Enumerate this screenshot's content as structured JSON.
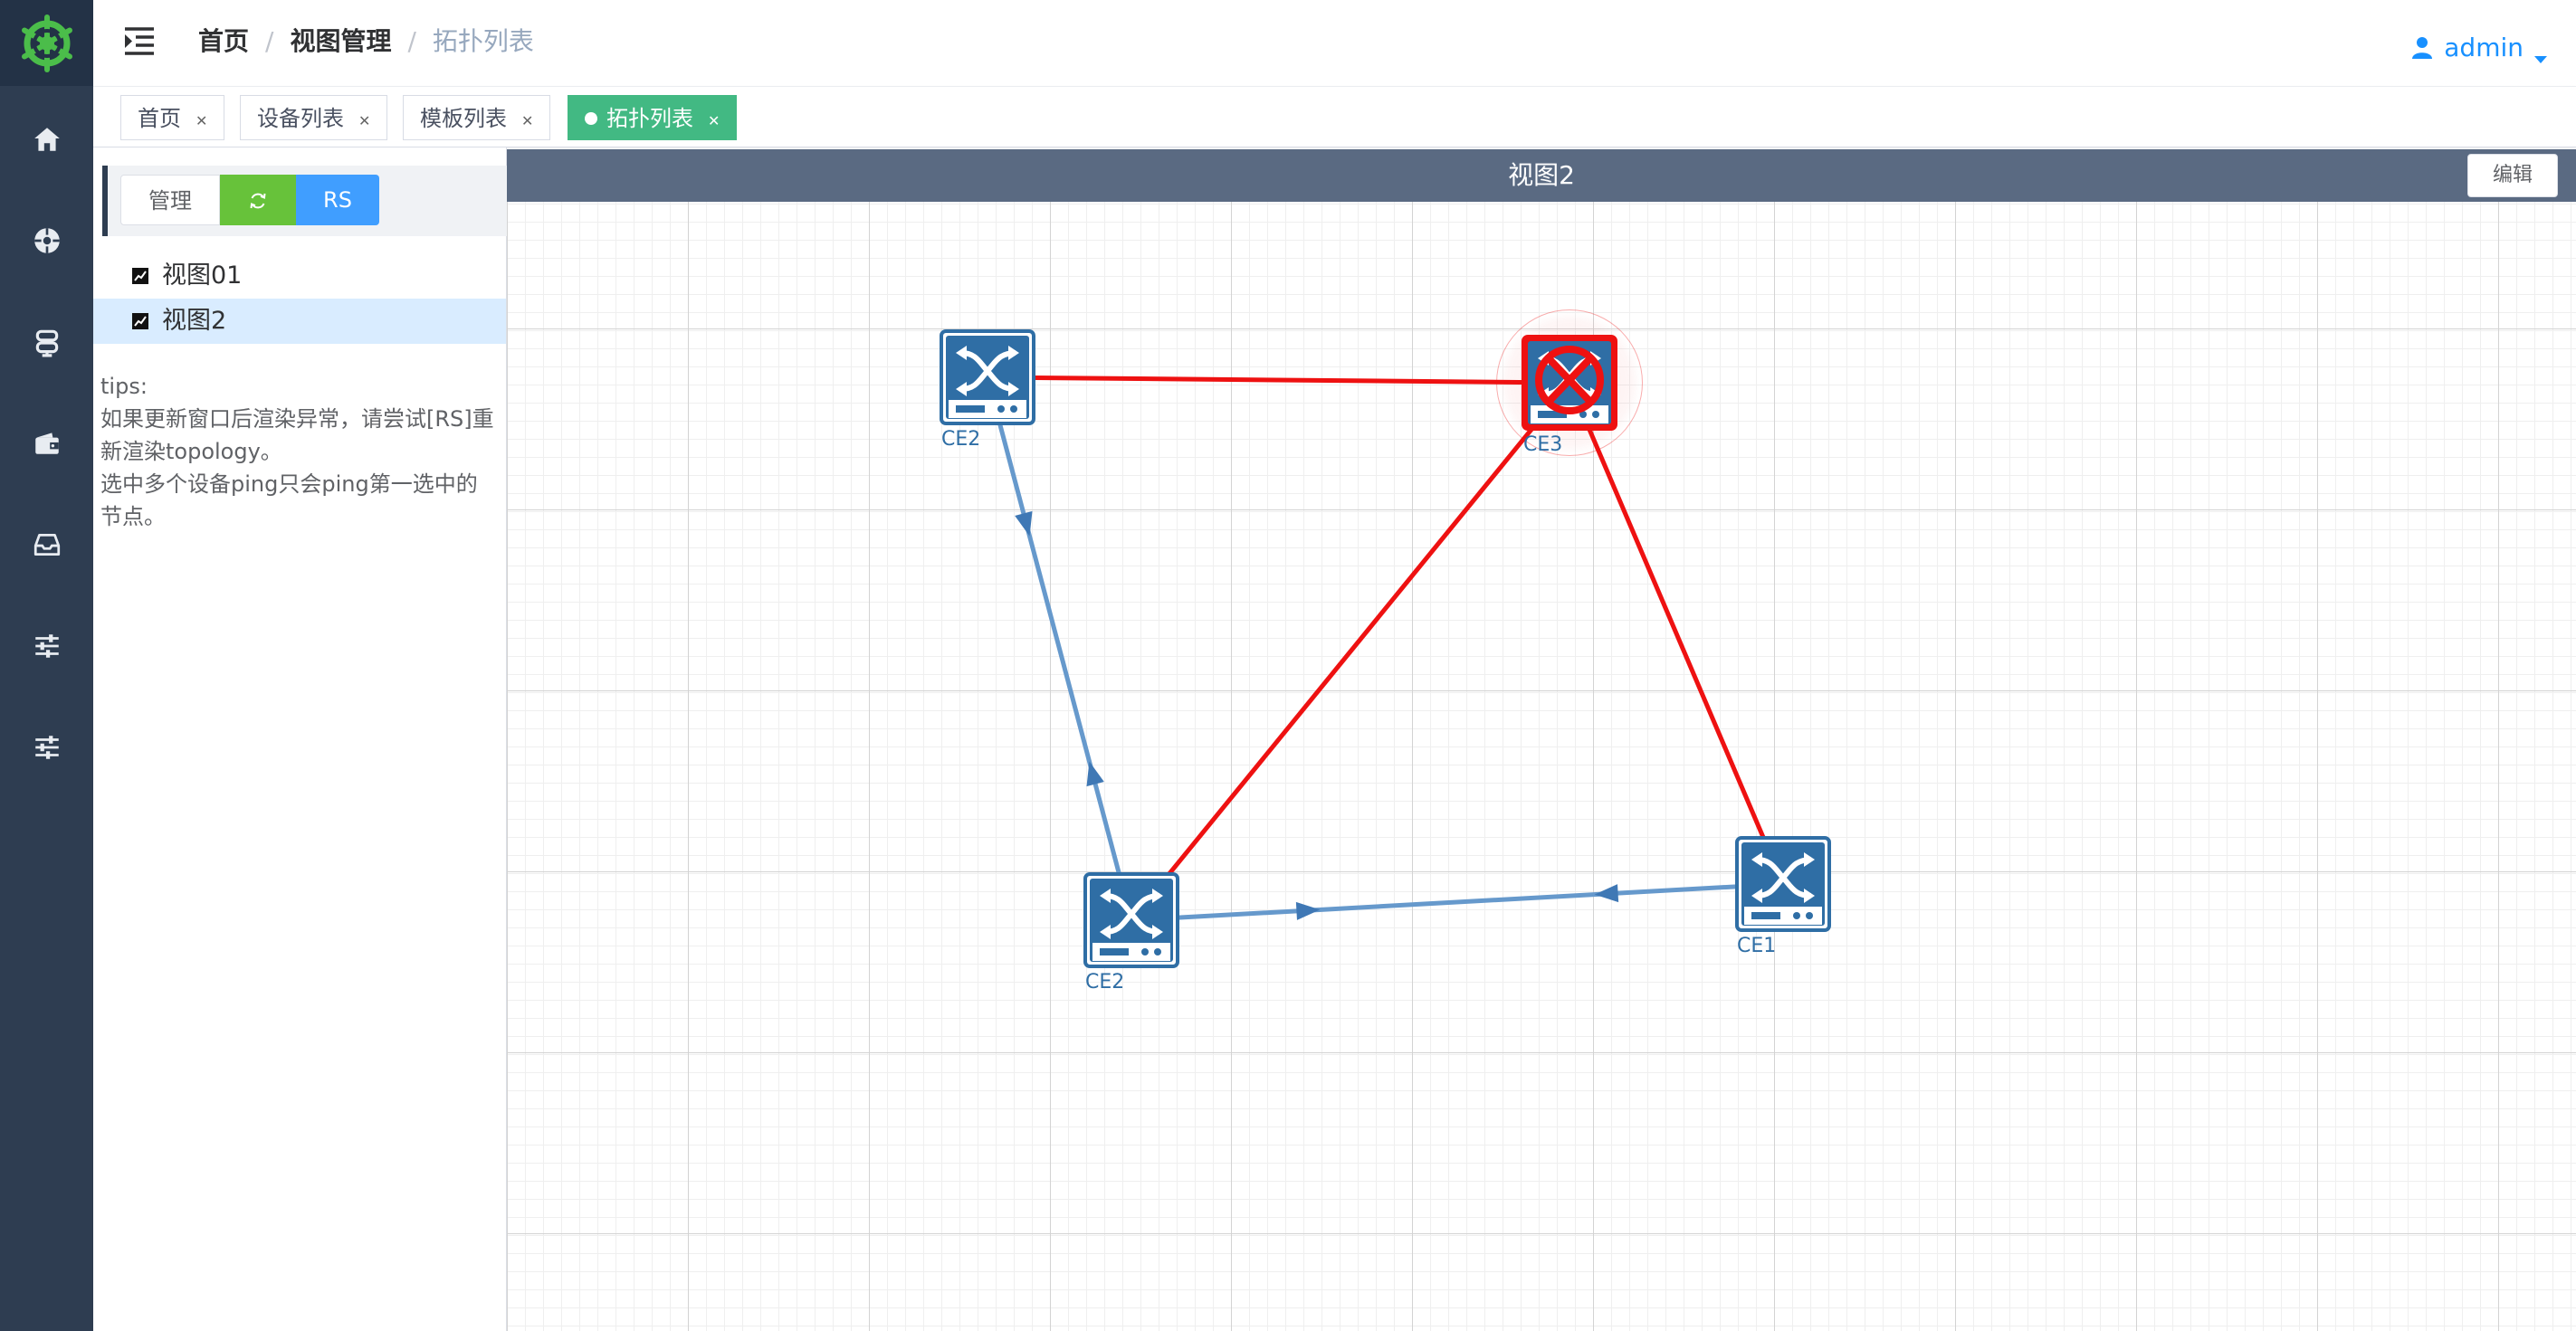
{
  "header": {
    "breadcrumb": [
      "首页",
      "视图管理",
      "拓扑列表"
    ],
    "user": "admin"
  },
  "tags": [
    {
      "label": "首页",
      "active": false
    },
    {
      "label": "设备列表",
      "active": false
    },
    {
      "label": "模板列表",
      "active": false
    },
    {
      "label": "拓扑列表",
      "active": true
    }
  ],
  "panel": {
    "buttons": {
      "manage": "管理",
      "rs": "RS"
    },
    "views": [
      {
        "label": "视图01",
        "selected": false
      },
      {
        "label": "视图2",
        "selected": true
      }
    ],
    "tips": [
      "tips:",
      "如果更新窗口后渲染异常，请尝试[RS]重新渲染topology。",
      "选中多个设备ping只会ping第一选中的节点。"
    ]
  },
  "topology": {
    "title": "视图2",
    "edit_label": "编辑",
    "nodes": [
      {
        "id": "n1",
        "label": "CE2",
        "status": "normal"
      },
      {
        "id": "n2",
        "label": "CE3",
        "status": "error"
      },
      {
        "id": "n3",
        "label": "CE2",
        "status": "normal"
      },
      {
        "id": "n4",
        "label": "CE1",
        "status": "normal"
      }
    ],
    "links": [
      {
        "from": "n1",
        "to": "n2",
        "status": "down"
      },
      {
        "from": "n2",
        "to": "n3",
        "status": "down"
      },
      {
        "from": "n2",
        "to": "n4",
        "status": "down"
      },
      {
        "from": "n1",
        "to": "n3",
        "status": "up"
      },
      {
        "from": "n3",
        "to": "n4",
        "status": "up"
      }
    ]
  },
  "colors": {
    "sidebar": "#2e3d51",
    "logo": "#4bbd4a",
    "accent": "#42b983",
    "link_up": "#6699cc",
    "link_down": "#ee1111",
    "node": "#2f6ea5"
  },
  "icons": {
    "logo": "helm-wheel-icon",
    "side": [
      "home-icon",
      "dashboard-icon",
      "device-icon",
      "wallet-icon",
      "inbox-icon",
      "sliders-icon",
      "sliders-icon"
    ]
  }
}
